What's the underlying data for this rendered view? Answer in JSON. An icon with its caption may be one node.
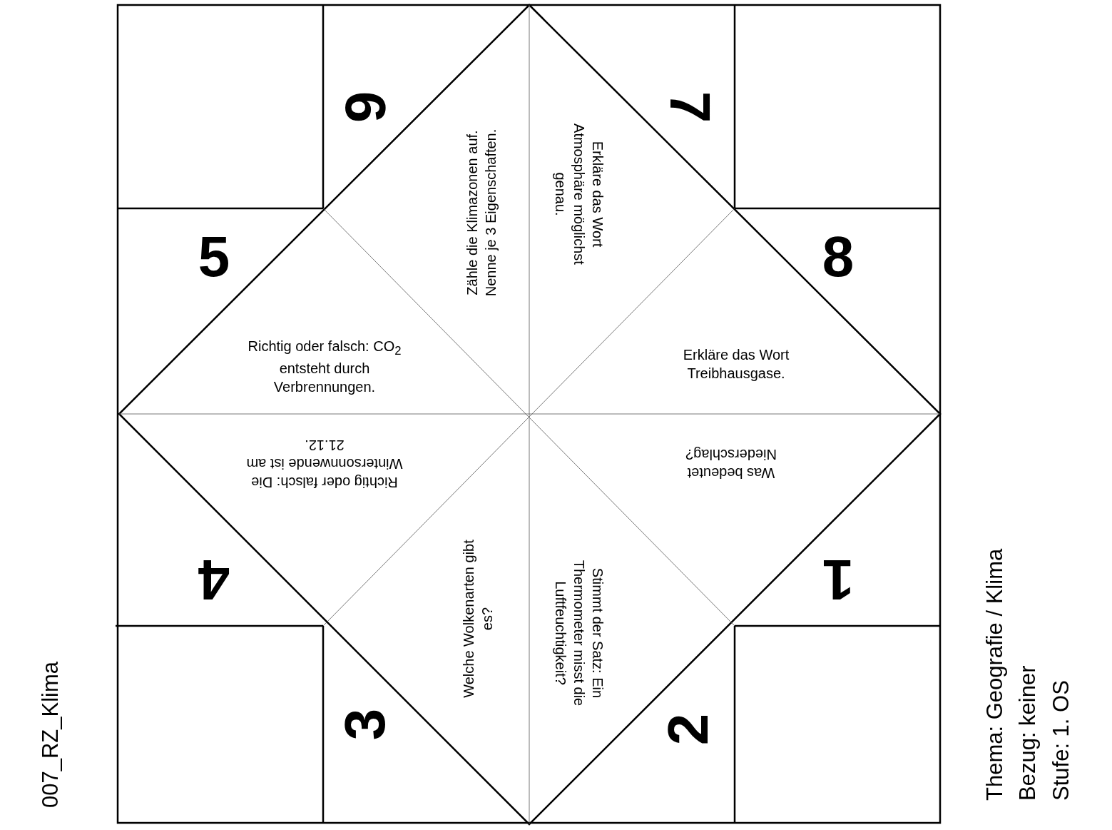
{
  "diagram": {
    "labels": [
      "6",
      "7",
      "5",
      "8",
      "Zähle die Klimazonen auf. Nenne je 3 Eigenschaften.",
      "Erkläre das Wort Atmosphäre möglichst genau.",
      "Richtig oder falsch: CO$_{2}$ entsteht durch Verbrennungen.",
      "Erkläre das Wort Treibhausgase.",
      "Richtig oder falsch: Die Wintersonnwende ist am 21.12.",
      "Was bedeutet Niederschlag?",
      "4",
      "1",
      "Welche Wolkenarten gibt es?",
      "Stimmt der Satz: Ein Thermometer misst die Luftfeuchtigkeit?",
      "3",
      "2",
      "007_RZ_Klima",
      "Thema: Geografie / Klima",
      "Bezug: keiner",
      "Stufe: 1. OS"
    ]
  }
}
